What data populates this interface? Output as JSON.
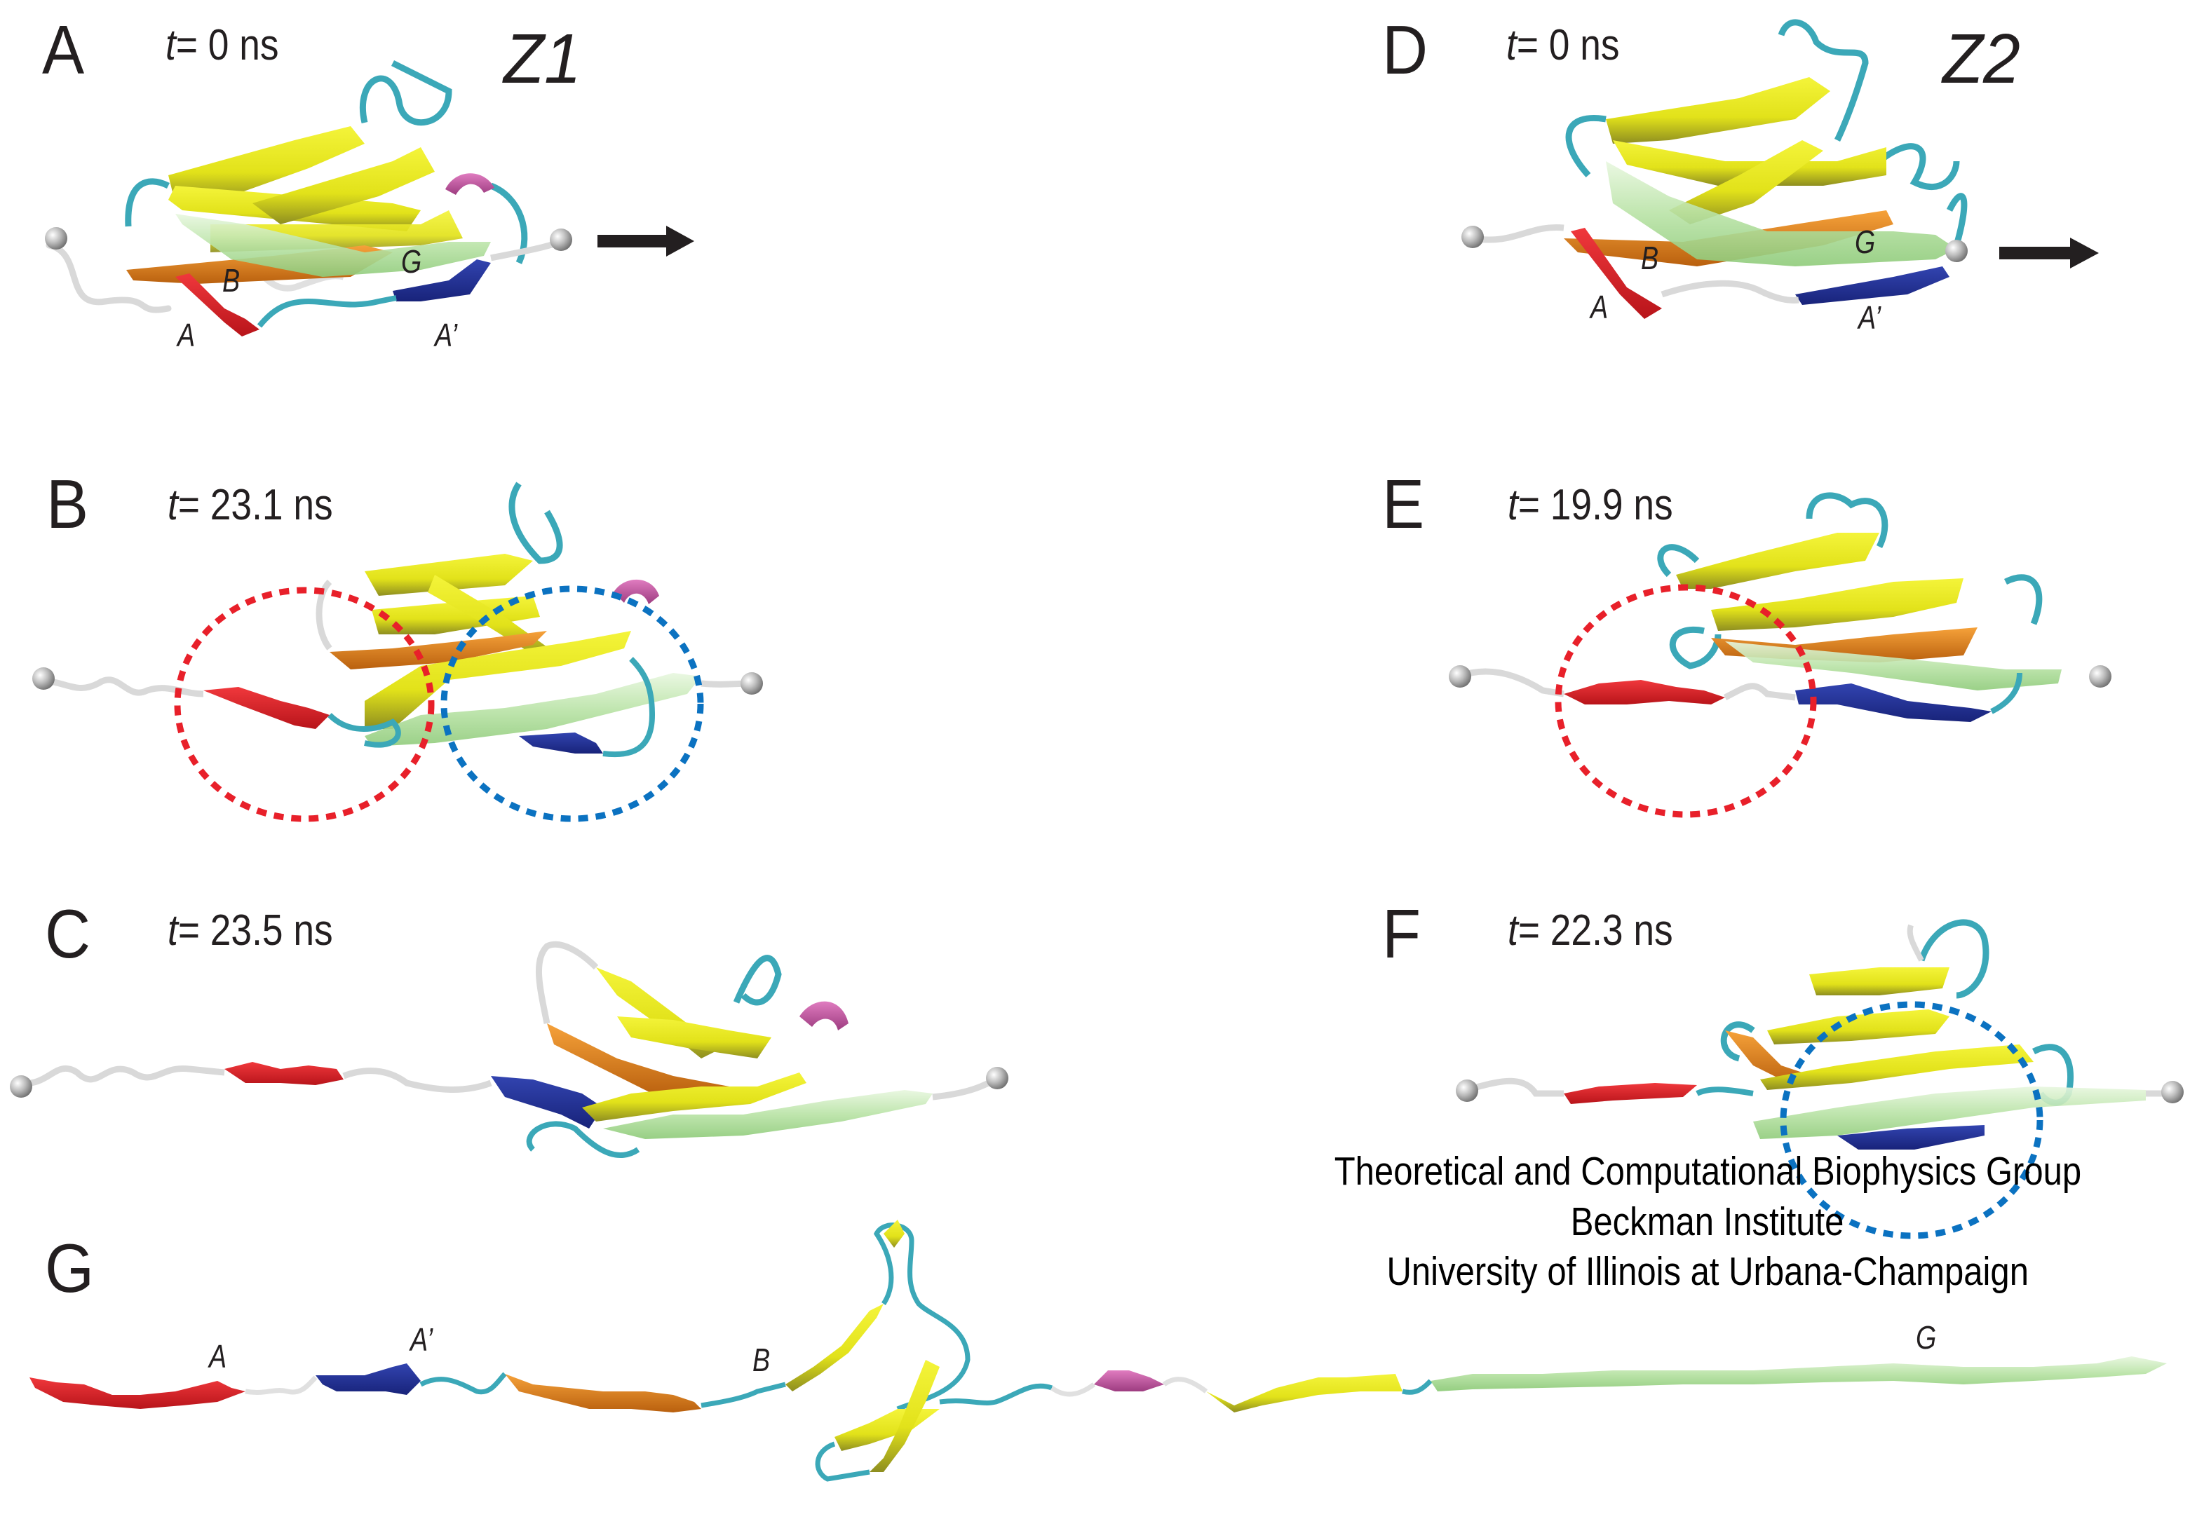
{
  "figure": {
    "description": "Steered molecular dynamics unfolding snapshots of titin Z1 and Z2 domains",
    "colors": {
      "strand_A": "#e31b23",
      "strand_A_prime": "#24349a",
      "strand_B": "#f28c1e",
      "strand_G": "#b9e3a6",
      "yellow_strands": "#e8e81a",
      "helix": "#c85aa6",
      "turn": "#3ba8b8",
      "coil": "#d9d9d9",
      "circle_red": "#e8202a",
      "circle_blue": "#0b72c1",
      "arrow": "#231f20"
    },
    "variants": {
      "z1": "Z1",
      "z2": "Z2"
    },
    "panels": {
      "A": {
        "letter": "A",
        "t_symbol": "t",
        "time": "= 0 ns",
        "labels": {
          "A": "A",
          "B": "B",
          "G": "G",
          "A_prime": "A’"
        }
      },
      "B": {
        "letter": "B",
        "t_symbol": "t",
        "time": "= 23.1 ns"
      },
      "C": {
        "letter": "C",
        "t_symbol": "t",
        "time": "= 23.5 ns"
      },
      "D": {
        "letter": "D",
        "t_symbol": "t",
        "time": "= 0 ns",
        "labels": {
          "A": "A",
          "B": "B",
          "G": "G",
          "A_prime": "A’"
        }
      },
      "E": {
        "letter": "E",
        "t_symbol": "t",
        "time": "= 19.9 ns"
      },
      "F": {
        "letter": "F",
        "t_symbol": "t",
        "time": "= 22.3 ns"
      },
      "G": {
        "letter": "G",
        "labels": {
          "A": "A",
          "A_prime": "A’",
          "B": "B",
          "G": "G"
        }
      }
    },
    "credits": [
      "Theoretical and Computational Biophysics Group",
      "Beckman Institute",
      "University of Illinois at Urbana-Champaign"
    ]
  }
}
